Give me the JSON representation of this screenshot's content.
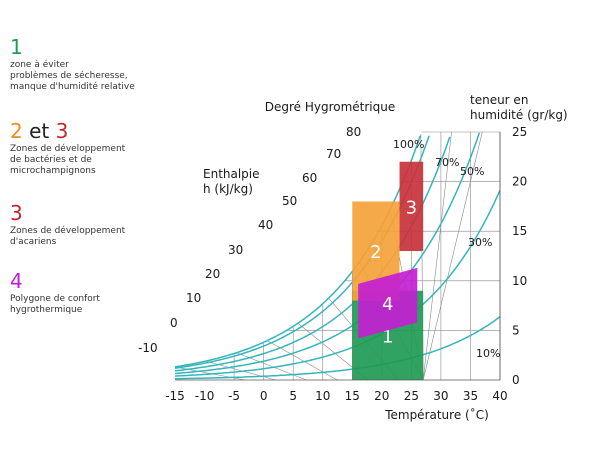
{
  "legend": [
    {
      "num_a": "1",
      "num_b": "",
      "num_c": "",
      "color_a": "#1f9a55",
      "color_c": "",
      "text": "zone à éviter\nproblèmes de sécheresse,\nmanque d'humidité relative"
    },
    {
      "num_a": "2",
      "num_b": "et",
      "num_c": "3",
      "color_a": "#f08a1c",
      "color_c": "#c0262e",
      "text": "Zones de développement\nde bactéries et de\nmicrochampignons"
    },
    {
      "num_a": "3",
      "num_b": "",
      "num_c": "",
      "color_a": "#c0262e",
      "color_c": "",
      "text": "Zones de développement\nd'acariens"
    },
    {
      "num_a": "4",
      "num_b": "",
      "num_c": "",
      "color_a": "#c21fd1",
      "color_c": "",
      "text": "Polygone de confort\nhygrothermique"
    }
  ],
  "chart_data": {
    "type": "psychrometric",
    "title_rh": "Degré Hygrométrique",
    "title_enthalpy": "Enthalpie\nh (kJ/kg)",
    "title_humidity": "teneur en\nhumidité (gr/kg)",
    "xlabel": "Température (˚C)",
    "x_ticks": [
      "-15",
      "-10",
      "-5",
      "0",
      "5",
      "10",
      "15",
      "20",
      "25",
      "30",
      "35",
      "40"
    ],
    "x_range": [
      -15,
      40
    ],
    "humidity_ticks": [
      "0",
      "5",
      "10",
      "15",
      "20",
      "25"
    ],
    "humidity_range": [
      0,
      25
    ],
    "enthalpy_labels": [
      "-10",
      "0",
      "10",
      "20",
      "30",
      "40",
      "50",
      "60",
      "70",
      "80"
    ],
    "rh_labels": [
      "100%",
      "70%",
      "50%",
      "30%",
      "10%"
    ],
    "curve_color": "#33b5bd",
    "grid_color": "#8a8a8a",
    "zones": [
      {
        "label": "1",
        "color": "#1f9a55",
        "temp_range": [
          15,
          27
        ],
        "humidity_range": [
          0,
          9
        ]
      },
      {
        "label": "2",
        "color": "#f5a23a",
        "temp_range": [
          15,
          23
        ],
        "humidity_range": [
          8,
          18
        ]
      },
      {
        "label": "3",
        "color": "#c8323a",
        "temp_range": [
          23,
          27
        ],
        "humidity_range": [
          13,
          22
        ]
      },
      {
        "label": "4",
        "color": "#c21fd1",
        "temp_range": [
          16,
          26
        ],
        "humidity_range": [
          5,
          10.5
        ]
      }
    ]
  }
}
